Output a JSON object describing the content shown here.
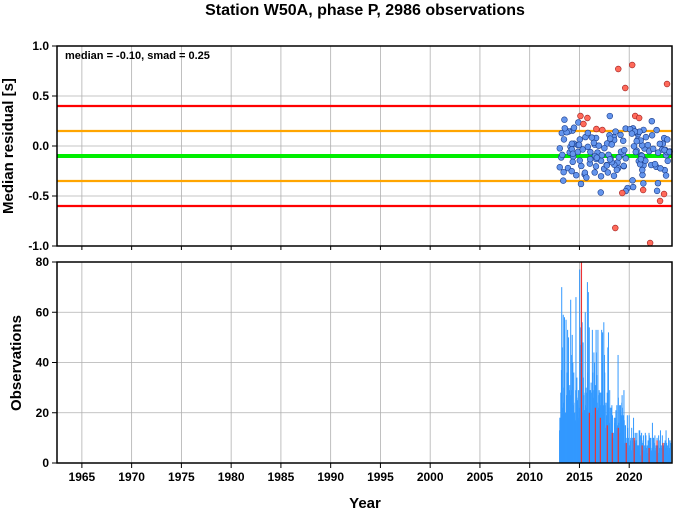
{
  "chart_data": {
    "title": "Station W50A, phase P, 2986 observations",
    "xlabel": "Year",
    "x_ticks": [
      "1965",
      "1970",
      "1975",
      "1980",
      "1985",
      "1990",
      "1995",
      "2000",
      "2005",
      "2010",
      "2015",
      "2020"
    ],
    "xlim": [
      1962.5,
      2024.3
    ],
    "top": {
      "type": "scatter",
      "ylabel": "Median residual [s]",
      "ylim": [
        -1.0,
        1.0
      ],
      "y_ticks": [
        "-1.0",
        "-0.5",
        "0.0",
        "0.5",
        "1.0"
      ],
      "annotation": "median = -0.10, smad = 0.25",
      "grid": true,
      "reference_lines": [
        {
          "y": 0.4,
          "color": "#ff0000"
        },
        {
          "y": 0.15,
          "color": "#ffa500"
        },
        {
          "y": -0.1,
          "color": "#00ee00"
        },
        {
          "y": -0.35,
          "color": "#ffa500"
        },
        {
          "y": -0.6,
          "color": "#ff0000"
        }
      ],
      "colors": {
        "inside": "#6495ed",
        "outside": "#ff6a5a"
      }
    },
    "bottom": {
      "type": "bar",
      "ylabel": "Observations",
      "ylim": [
        0,
        80
      ],
      "y_ticks": [
        "0",
        "20",
        "40",
        "60",
        "80"
      ],
      "grid": true,
      "colors": {
        "normal": "#3399ff",
        "outlier": "#ee3333"
      }
    }
  }
}
